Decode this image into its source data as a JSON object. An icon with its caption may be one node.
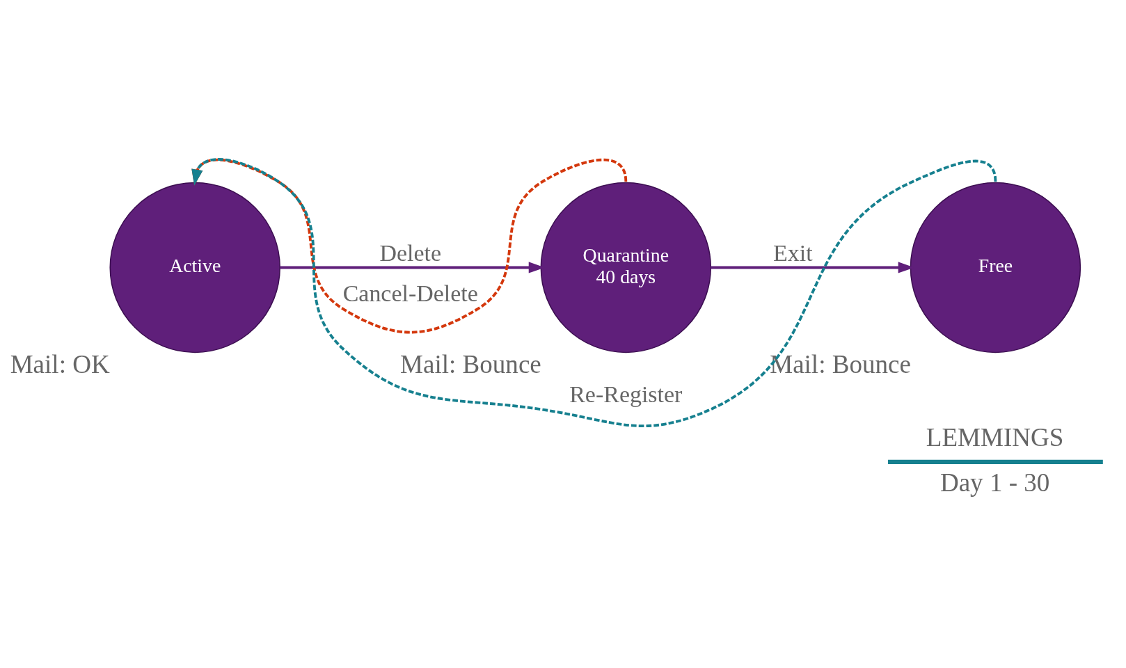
{
  "diagram": {
    "nodes": [
      {
        "text": [
          "Active"
        ],
        "beside": [
          "Mail: OK"
        ]
      },
      {
        "text": [
          "Quarantine",
          "40 days"
        ],
        "beside": [
          "Mail: Bounce"
        ]
      },
      {
        "text": [
          "Free"
        ],
        "beside": [
          "Mail: Bounce"
        ]
      }
    ],
    "edges": [
      {
        "from": 0,
        "to": 1,
        "arrow": "to",
        "label": "Delete"
      },
      {
        "from": 1,
        "to": 2,
        "arrow": "to",
        "label": "Exit"
      },
      {
        "from": 1,
        "to": 0,
        "arrow": "to",
        "label": "Cancel-Delete",
        "style": "dashed",
        "color": "#d4380d"
      },
      {
        "from": 2,
        "to": 0,
        "arrow": "to",
        "label": "Re-Register",
        "style": "dashed",
        "color": "#16808f"
      }
    ],
    "labels": [
      "LEMMINGS",
      "Day 1 - 30"
    ]
  }
}
